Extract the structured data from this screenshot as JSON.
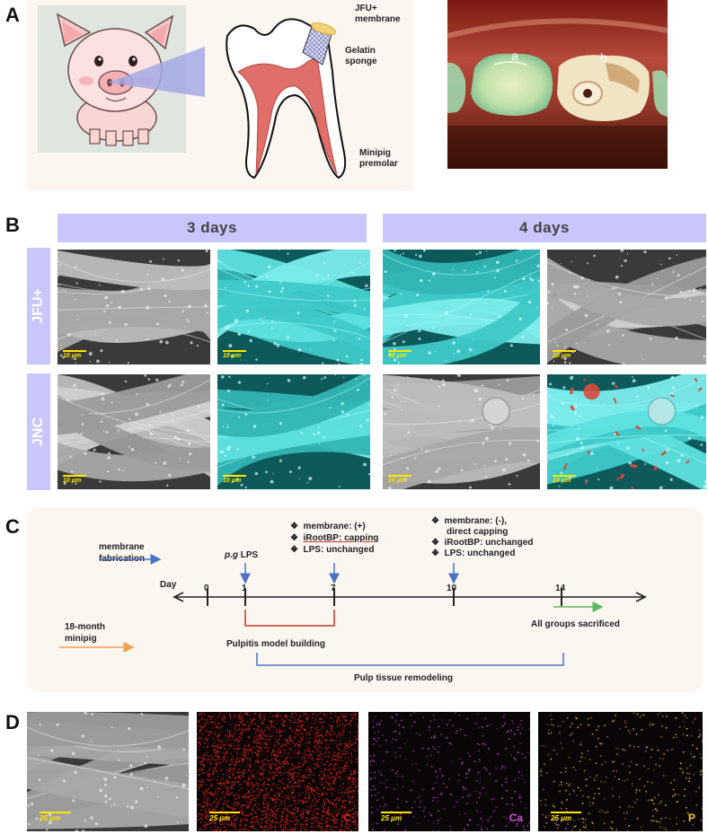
{
  "panels": [
    "A",
    "B",
    "C",
    "D"
  ],
  "panel_a": {
    "label_membrane": "JFU+\nmembrane",
    "label_sponge": "Gelatin\nsponge",
    "label_premolar": "Minipig\npremolar",
    "photo_label_a": "a",
    "photo_label_b": "b",
    "colors": {
      "tooth_pulp": "#e06e69",
      "membrane": "#f3d37a",
      "projection": "#a5a9e6"
    }
  },
  "panel_b": {
    "headers": [
      "3 days",
      "4 days"
    ],
    "row_labels": [
      "JFU+",
      "JNC"
    ],
    "scale_label": "10 μm",
    "colors": {
      "header_bg": "#c8c6fb",
      "pseudo_cyan": "#3fd7d7",
      "particles_red": "#d94a3a"
    }
  },
  "panel_c": {
    "day_label": "Day",
    "ticks": [
      "0",
      "1",
      "7",
      "10",
      "14"
    ],
    "membrane_fabrication": "membrane\nfabrication",
    "minipig": "18-month\nminipig",
    "pg_lps_prefix": "p.g",
    "pg_lps_suffix": " LPS",
    "day7_notes": [
      "membrane: (+)",
      "iRootBP: capping",
      "LPS: unchanged"
    ],
    "day10_notes": [
      "membrane: (-),",
      "direct capping",
      "iRootBP: unchanged",
      "LPS: unchanged"
    ],
    "bullet": "❖",
    "sacrificed": "All groups sacrificed",
    "pulpitis": "Pulpitis model building",
    "remodeling": "Pulp tissue remodeling",
    "colors": {
      "blue": "#4a72c8",
      "orange": "#f0a050",
      "green": "#5cb85c",
      "red": "#c0392b"
    }
  },
  "panel_d": {
    "scale_label": "25 μm",
    "elements": [
      "C",
      "Ca",
      "P"
    ],
    "colors": {
      "C": "#e2231a",
      "Ca": "#d24ae0",
      "P": "#f2c230"
    }
  }
}
